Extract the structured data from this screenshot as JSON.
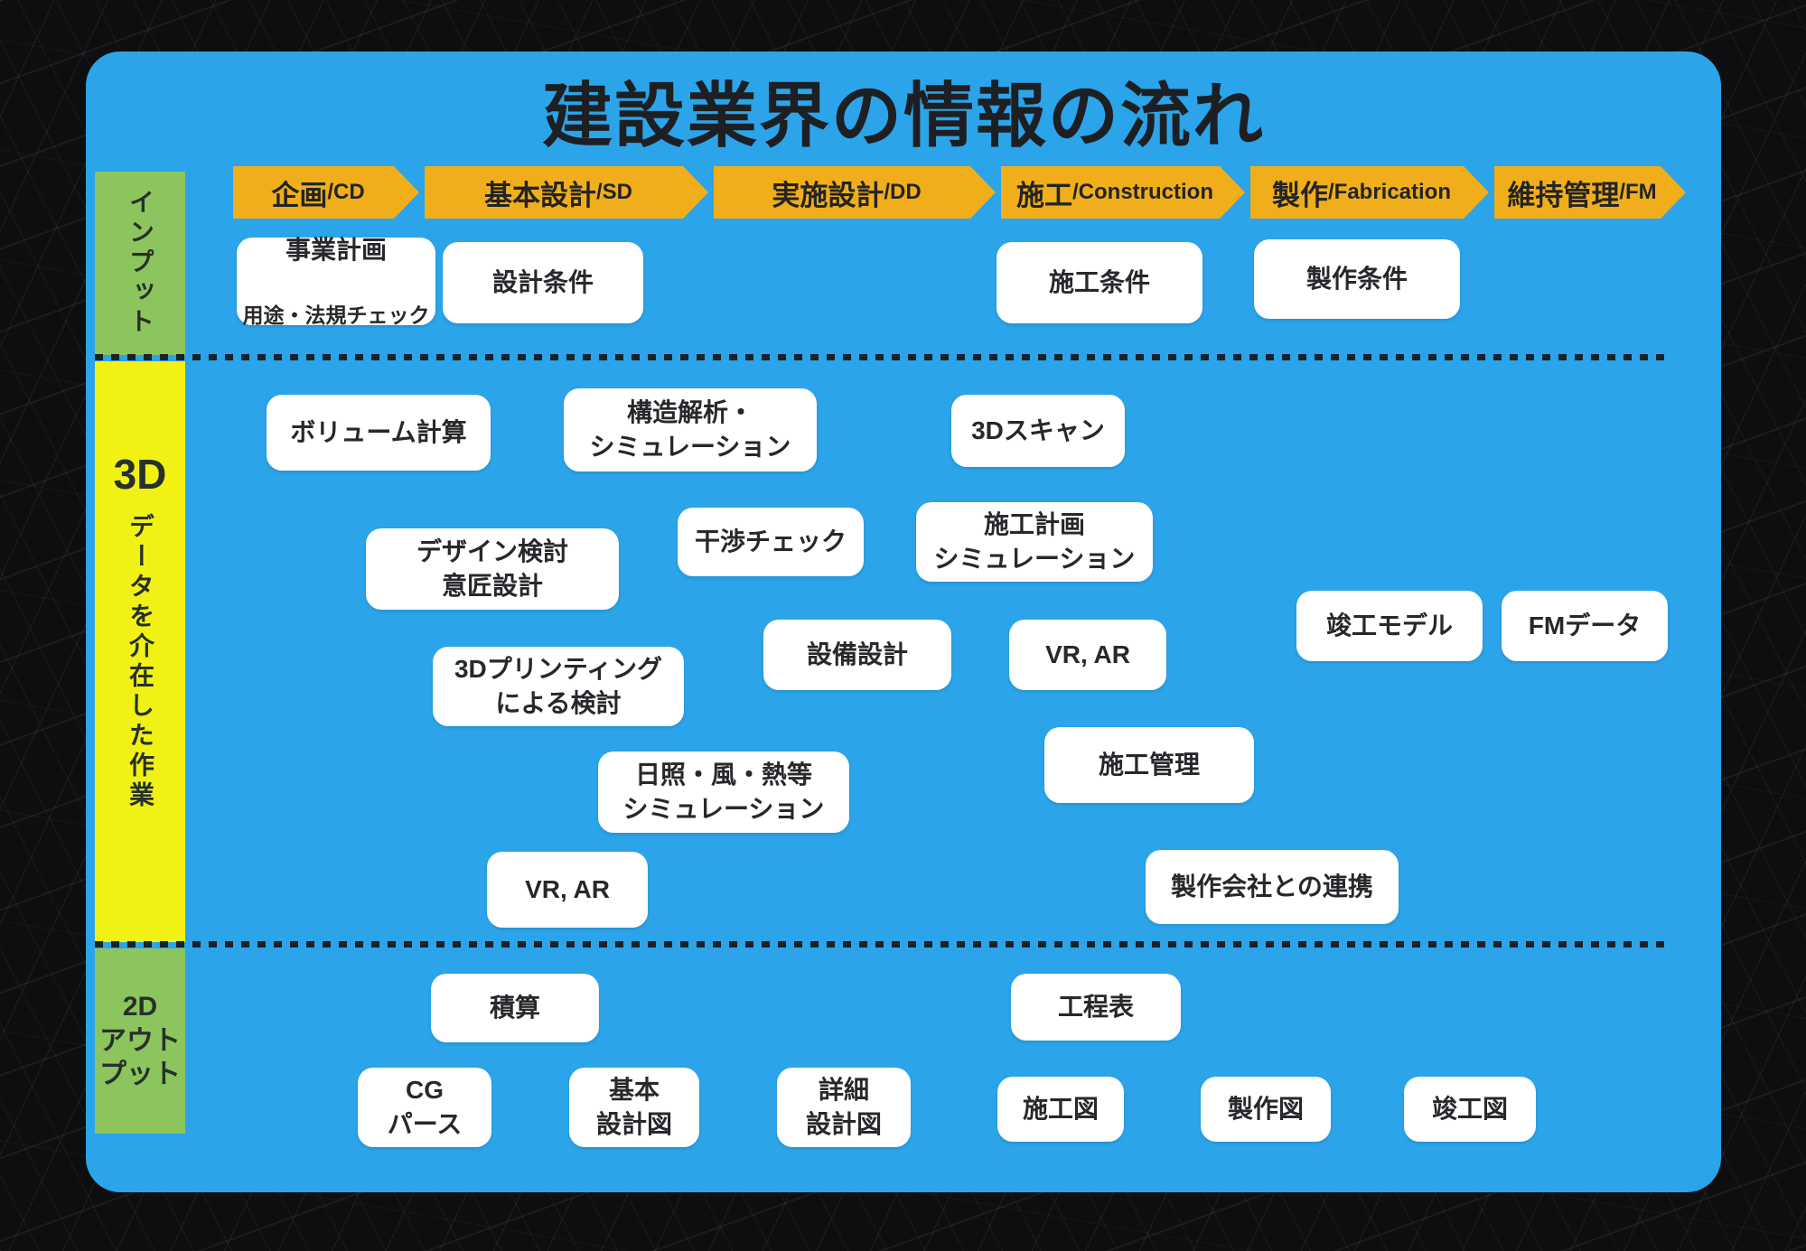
{
  "title": "建設業界の情報の流れ",
  "phases": [
    {
      "jp": "企画",
      "en": "/CD"
    },
    {
      "jp": "基本設計",
      "en": "/SD"
    },
    {
      "jp": "実施設計",
      "en": "/DD"
    },
    {
      "jp": "施工",
      "en": "/Construction"
    },
    {
      "jp": "製作",
      "en": "/Fabrication"
    },
    {
      "jp": "維持管理",
      "en": "/FM"
    }
  ],
  "sidebar": {
    "input": "インプット",
    "work3d_big": "3D",
    "work3d": "データを介在した作業",
    "output2d": "2D\nアウト\nプット"
  },
  "boxes": {
    "biz": {
      "line1": "事業計画",
      "line2": "用途・法規チェック"
    },
    "design_cond": {
      "label": "設計条件"
    },
    "const_cond": {
      "label": "施工条件"
    },
    "fab_cond": {
      "label": "製作条件"
    },
    "volume": {
      "label": "ボリューム計算"
    },
    "structure": {
      "label": "構造解析・\nシミュレーション"
    },
    "scan3d": {
      "label": "3Dスキャン"
    },
    "design_study": {
      "label": "デザイン検討\n意匠設計"
    },
    "clash": {
      "label": "干渉チェック"
    },
    "const_plan": {
      "label": "施工計画\nシミュレーション"
    },
    "mep": {
      "label": "設備設計"
    },
    "vr1": {
      "label": "VR, AR"
    },
    "asbuilt_model": {
      "label": "竣工モデル"
    },
    "fm_data": {
      "label": "FMデータ"
    },
    "print3d": {
      "label": "3Dプリンティング\nによる検討"
    },
    "sunlight": {
      "label": "日照・風・熱等\nシミュレーション"
    },
    "const_mgmt": {
      "label": "施工管理"
    },
    "vr2": {
      "label": "VR, AR"
    },
    "fab_collab": {
      "label": "製作会社との連携"
    },
    "estimate": {
      "label": "積算"
    },
    "schedule": {
      "label": "工程表"
    },
    "cg_pers": {
      "label": "CG\nパース"
    },
    "basic_dwg": {
      "label": "基本\n設計図"
    },
    "detail_dwg": {
      "label": "詳細\n設計図"
    },
    "const_dwg": {
      "label": "施工図"
    },
    "fab_dwg": {
      "label": "製作図"
    },
    "asbuilt_dwg": {
      "label": "竣工図"
    }
  },
  "colors": {
    "panel_blue": "#2BA4E9",
    "arrow_yellow": "#F0AE1B",
    "sidebar_green": "#8CC55E",
    "sidebar_yellow": "#F1F214",
    "box_white": "#FFFFFF",
    "text_dark": "#1d1f22"
  }
}
